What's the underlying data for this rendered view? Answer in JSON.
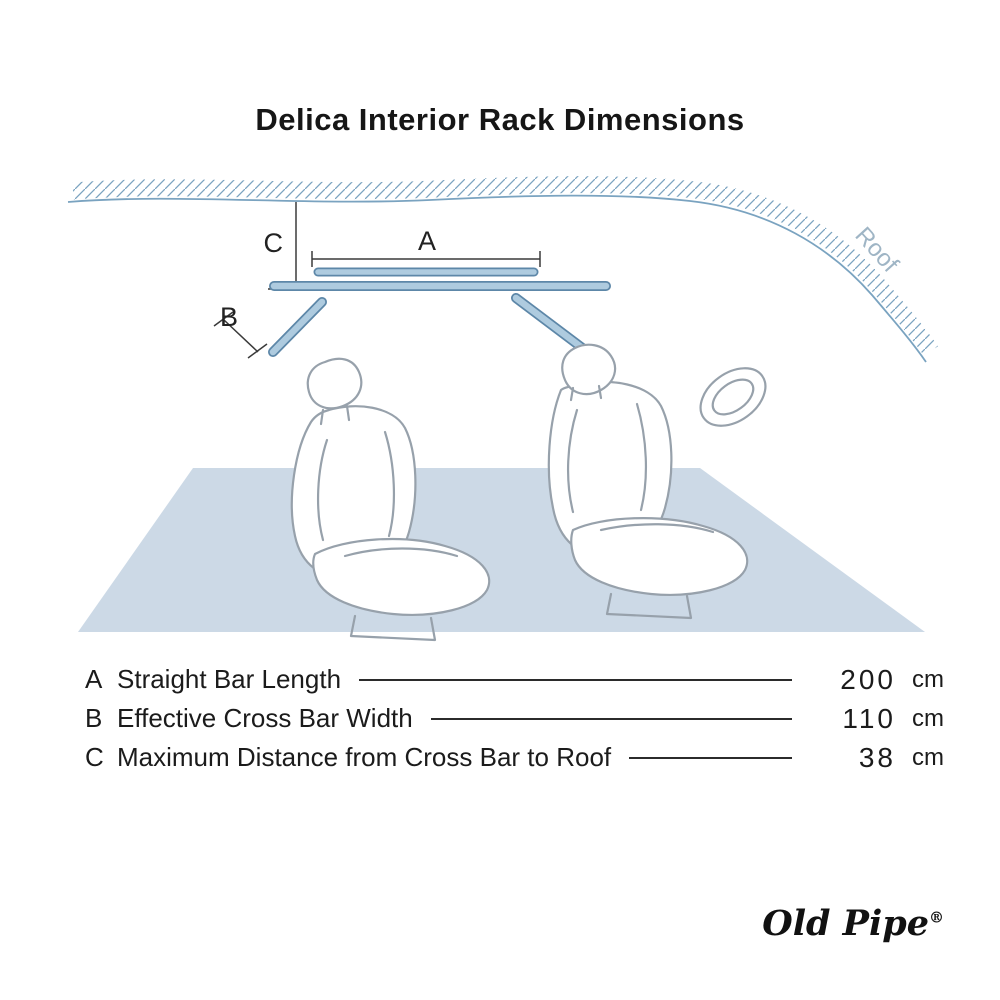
{
  "title": "Delica Interior Rack Dimensions",
  "diagram": {
    "roof_label": "Roof",
    "dim_a": "A",
    "dim_b": "B",
    "dim_c": "C"
  },
  "legend": {
    "items": [
      {
        "key": "A",
        "label": "Straight Bar Length",
        "value": "200",
        "unit": "cm"
      },
      {
        "key": "B",
        "label": "Effective Cross Bar Width",
        "value": "110",
        "unit": "cm"
      },
      {
        "key": "C",
        "label": "Maximum Distance from Cross Bar to Roof",
        "value": "38",
        "unit": "cm"
      }
    ]
  },
  "brand": {
    "name": "Old Pipe",
    "mark": "®"
  },
  "colors": {
    "bar_fill": "#aecbdf",
    "bar_outline": "#5d87a8",
    "roof_line": "#7aa3c0",
    "roof_label": "#9fb5c5",
    "floor_fill": "#c9d7e5",
    "seat_outline": "#97a1ab",
    "dimension_line": "#3a3a3a",
    "legend_line": "#2b2b2b"
  }
}
